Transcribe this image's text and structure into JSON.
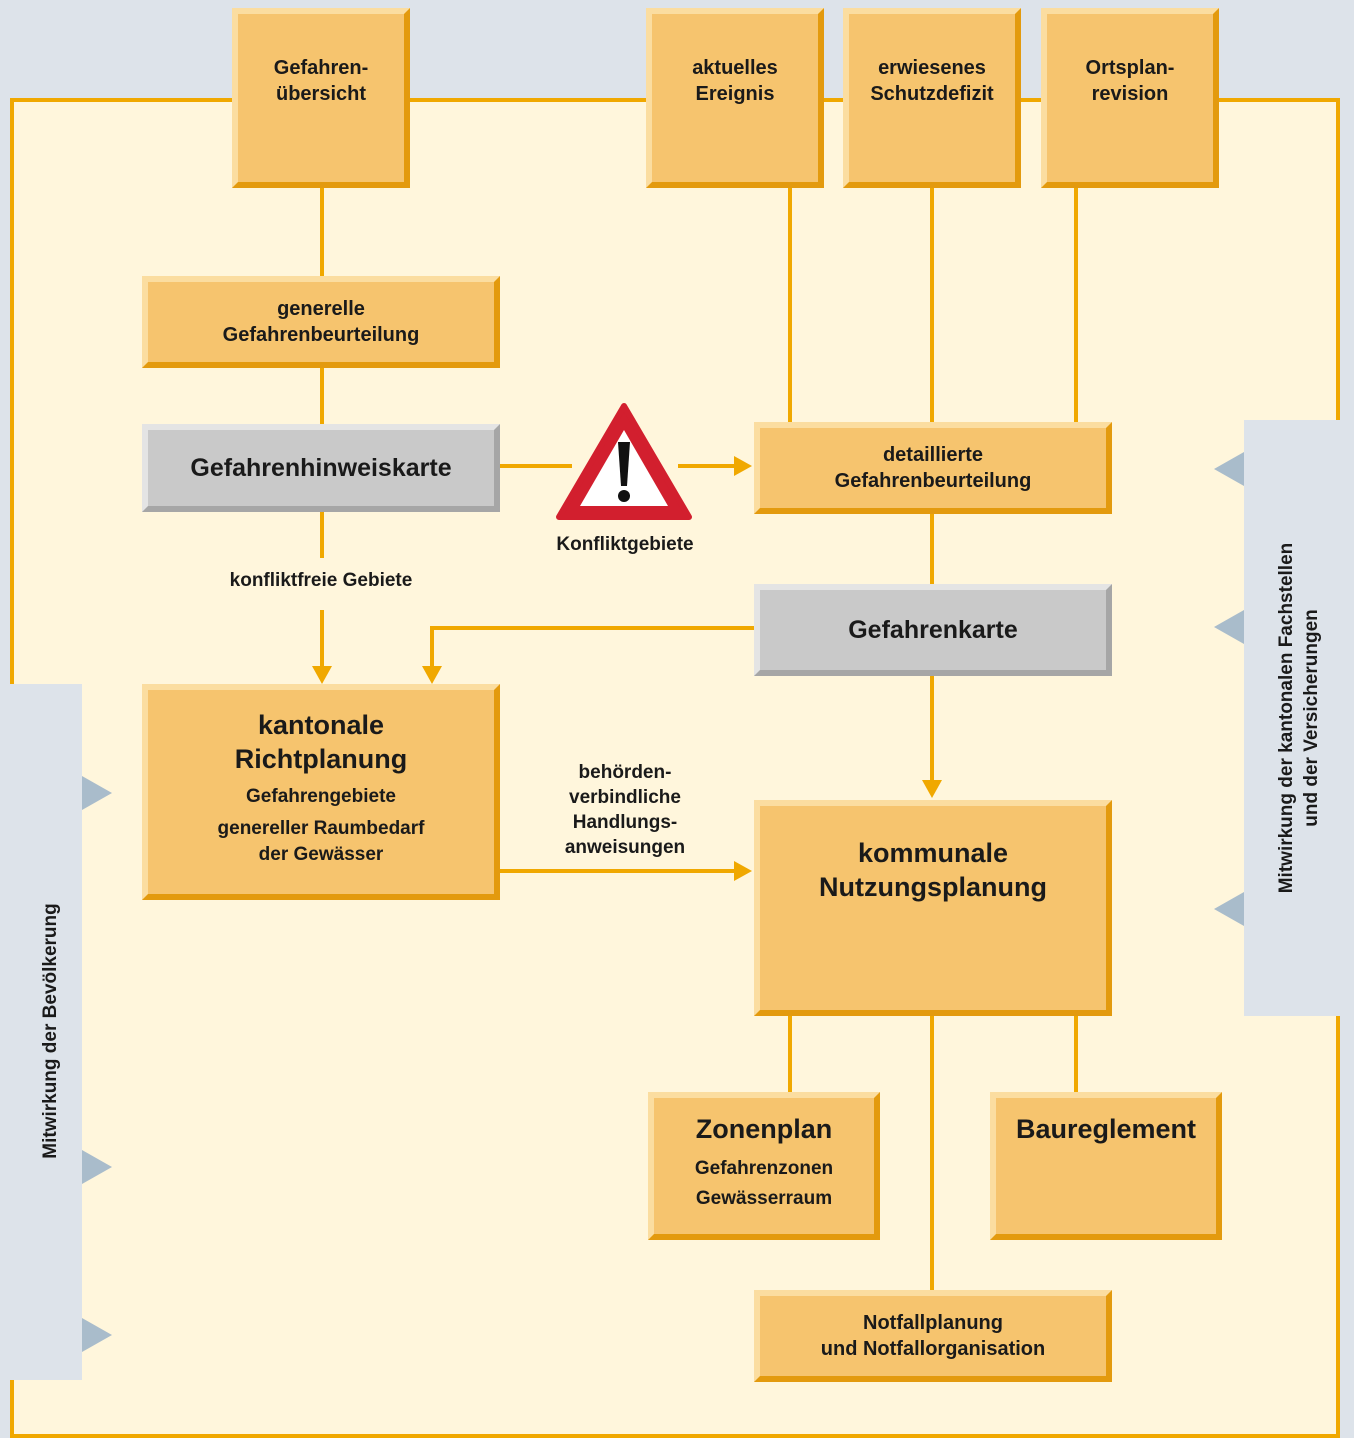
{
  "colors": {
    "background": "#dde3ea",
    "frame_fill": "#fff6dc",
    "frame_line": "#f0a800",
    "box_orange": "#f6c46e",
    "box_grey": "#c9c9c9",
    "warning_red": "#d21f2e",
    "side_arrow": "#a9bccb"
  },
  "top_sources": {
    "gefahrenuebersicht": "Gefahren-\nübersicht",
    "aktuelles_ereignis": "aktuelles\nEreignis",
    "schutzdefizit": "erwiesenes\nSchutzdefizit",
    "ortsplanrevision": "Ortsplan-\nrevision"
  },
  "generelle_beurteilung": "generelle\nGefahrenbeurteilung",
  "gefahrenhinweiskarte": "Gefahrenhinweiskarte",
  "detaillierte_beurteilung": "detaillierte\nGefahrenbeurteilung",
  "konfliktgebiete": "Konfliktgebiete",
  "konfliktfreie_gebiete": "konfliktfreie Gebiete",
  "gefahrenkarte": "Gefahrenkarte",
  "richtplanung": {
    "title": "kantonale\nRichtplanung",
    "item1": "Gefahrengebiete",
    "item2": "genereller Raumbedarf\nder Gewässer"
  },
  "handlungsanweisungen": "behörden-\nverbindliche\nHandlungs-\nanweisungen",
  "nutzungsplanung": "kommunale\nNutzungsplanung",
  "zonenplan": {
    "title": "Zonenplan",
    "item1": "Gefahrenzonen",
    "item2": "Gewässerraum"
  },
  "baureglement": "Baureglement",
  "notfallplanung": "Notfallplanung\nund Notfallorganisation",
  "side_left": "Mitwirkung der Bevölkerung",
  "side_right": "Mitwirkung der kantonalen Fachstellen\nund der Versicherungen"
}
